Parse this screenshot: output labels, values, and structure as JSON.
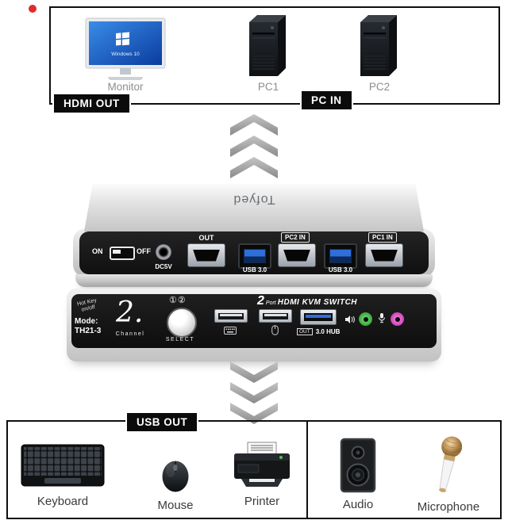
{
  "top_box": {
    "badges": {
      "hdmi_out": "HDMI OUT",
      "pc_in": "PC IN"
    },
    "monitor": {
      "label": "Monitor",
      "screen_text": "Windows 10"
    },
    "pc1": {
      "label": "PC1"
    },
    "pc2": {
      "label": "PC2"
    }
  },
  "device": {
    "brand": "Tofyed",
    "back_panel": {
      "power_on": "ON",
      "power_off": "OFF",
      "dc_label": "DC5V",
      "hdmi_out_label": "OUT",
      "usb1_label": "USB 3.0",
      "pc2_in_label": "PC2 IN",
      "usb2_label": "USB 3.0",
      "pc1_in_label": "PC1 IN"
    },
    "front_panel": {
      "hotkey_line1": "Hot Key",
      "hotkey_line2": "on/off",
      "mode_line1": "Mode:",
      "mode_line2": "TH21-3",
      "channel_number": "2.",
      "channel_label": "Channel",
      "select_indicators": "①②",
      "select_label": "SELECT",
      "logo_number": "2",
      "logo_port": "Port",
      "logo_text": "HDMI KVM SWITCH",
      "usb_out_label": "OUT",
      "usb_hub_label": "3.0 HUB"
    }
  },
  "bottom_box": {
    "badge": "USB OUT",
    "items": [
      {
        "label": "Keyboard"
      },
      {
        "label": "Mouse"
      },
      {
        "label": "Printer"
      },
      {
        "label": "Audio"
      },
      {
        "label": "Microphone"
      }
    ]
  },
  "colors": {
    "usb3_blue": "#2f6fd9",
    "audio_green": "#2f9e2f",
    "mic_pink": "#c33bac",
    "badge_black": "#0b0b0b"
  }
}
